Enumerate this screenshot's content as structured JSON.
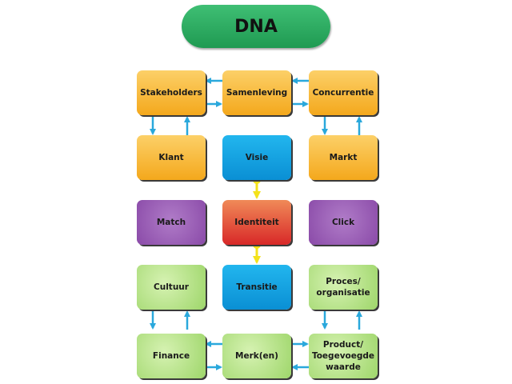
{
  "title": "DNA",
  "colors": {
    "arrow": "#2aa8dc",
    "connector": "#f4e21a",
    "orange": "#f4a81c",
    "blue": "#0a8fd4",
    "purple": "#8a4aa8",
    "red": "#d82828",
    "green": "#9ed66a",
    "title": "#1f9a52"
  },
  "nodes": {
    "stakeholders": "Stakeholders",
    "samenleving": "Samenleving",
    "concurrentie": "Concurrentie",
    "klant": "Klant",
    "visie": "Visie",
    "markt": "Markt",
    "match": "Match",
    "identiteit": "Identiteit",
    "click": "Click",
    "cultuur": "Cultuur",
    "transitie": "Transitie",
    "proces": "Proces/\norganisatie",
    "finance": "Finance",
    "merk": "Merk(en)",
    "product": "Product/\nToegevoegde\nwaarde"
  },
  "edges": [
    {
      "from": "samenleving",
      "to": "stakeholders"
    },
    {
      "from": "stakeholders",
      "to": "samenleving"
    },
    {
      "from": "concurrentie",
      "to": "samenleving"
    },
    {
      "from": "samenleving",
      "to": "concurrentie"
    },
    {
      "from": "stakeholders",
      "to": "klant"
    },
    {
      "from": "klant",
      "to": "stakeholders"
    },
    {
      "from": "concurrentie",
      "to": "markt"
    },
    {
      "from": "markt",
      "to": "concurrentie"
    },
    {
      "from": "visie",
      "to": "identiteit",
      "style": "connector"
    },
    {
      "from": "identiteit",
      "to": "transitie",
      "style": "connector"
    },
    {
      "from": "cultuur",
      "to": "finance"
    },
    {
      "from": "finance",
      "to": "cultuur"
    },
    {
      "from": "proces",
      "to": "product"
    },
    {
      "from": "product",
      "to": "proces"
    },
    {
      "from": "merk",
      "to": "finance"
    },
    {
      "from": "finance",
      "to": "merk"
    },
    {
      "from": "merk",
      "to": "product"
    },
    {
      "from": "product",
      "to": "merk"
    }
  ]
}
